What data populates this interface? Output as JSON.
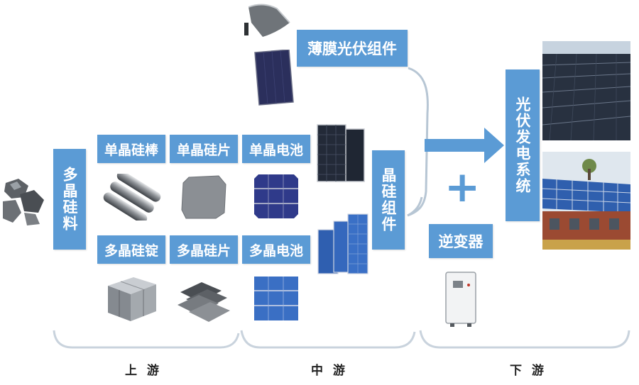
{
  "colors": {
    "box": "#5b9bd5",
    "arrow": "#5b9bd5",
    "bracket": "#b7c6d4",
    "text_light": "#ffffff",
    "text_dark": "#222222"
  },
  "nodes": {
    "polysilicon_material": "多晶硅料",
    "mono_ingot": "单晶硅棒",
    "mono_wafer": "单晶硅片",
    "mono_cell": "单晶电池",
    "multi_ingot": "多晶硅锭",
    "multi_wafer": "多晶硅片",
    "multi_cell": "多晶电池",
    "thin_film_module": "薄膜光伏组件",
    "crystalline_module": "晶硅组件",
    "inverter": "逆变器",
    "pv_system": "光伏发电系统",
    "plus_sign": "+"
  },
  "stages": {
    "upstream": "上 游",
    "midstream": "中 游",
    "downstream": "下 游"
  }
}
